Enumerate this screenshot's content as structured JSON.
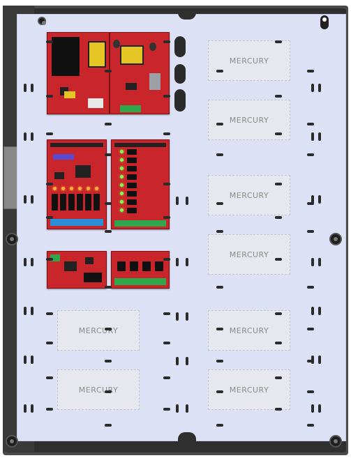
{
  "slot_label": "MERCURY",
  "enclosure": {
    "slots": [
      {
        "id": "right-1"
      },
      {
        "id": "right-2"
      },
      {
        "id": "right-3"
      },
      {
        "id": "right-4"
      },
      {
        "id": "right-5"
      },
      {
        "id": "right-6"
      },
      {
        "id": "left-1"
      },
      {
        "id": "left-2"
      }
    ],
    "boards": [
      "power-supply-board",
      "controller-board-left",
      "relay-board-right",
      "small-io-board",
      "small-relay-board"
    ]
  },
  "colors": {
    "backplate": "#dde1f5",
    "enclosure": "#4a4a4a",
    "board_red": "#c8262a",
    "terminal_blue": "#2a8fd6",
    "terminal_green": "#2ea84a"
  }
}
